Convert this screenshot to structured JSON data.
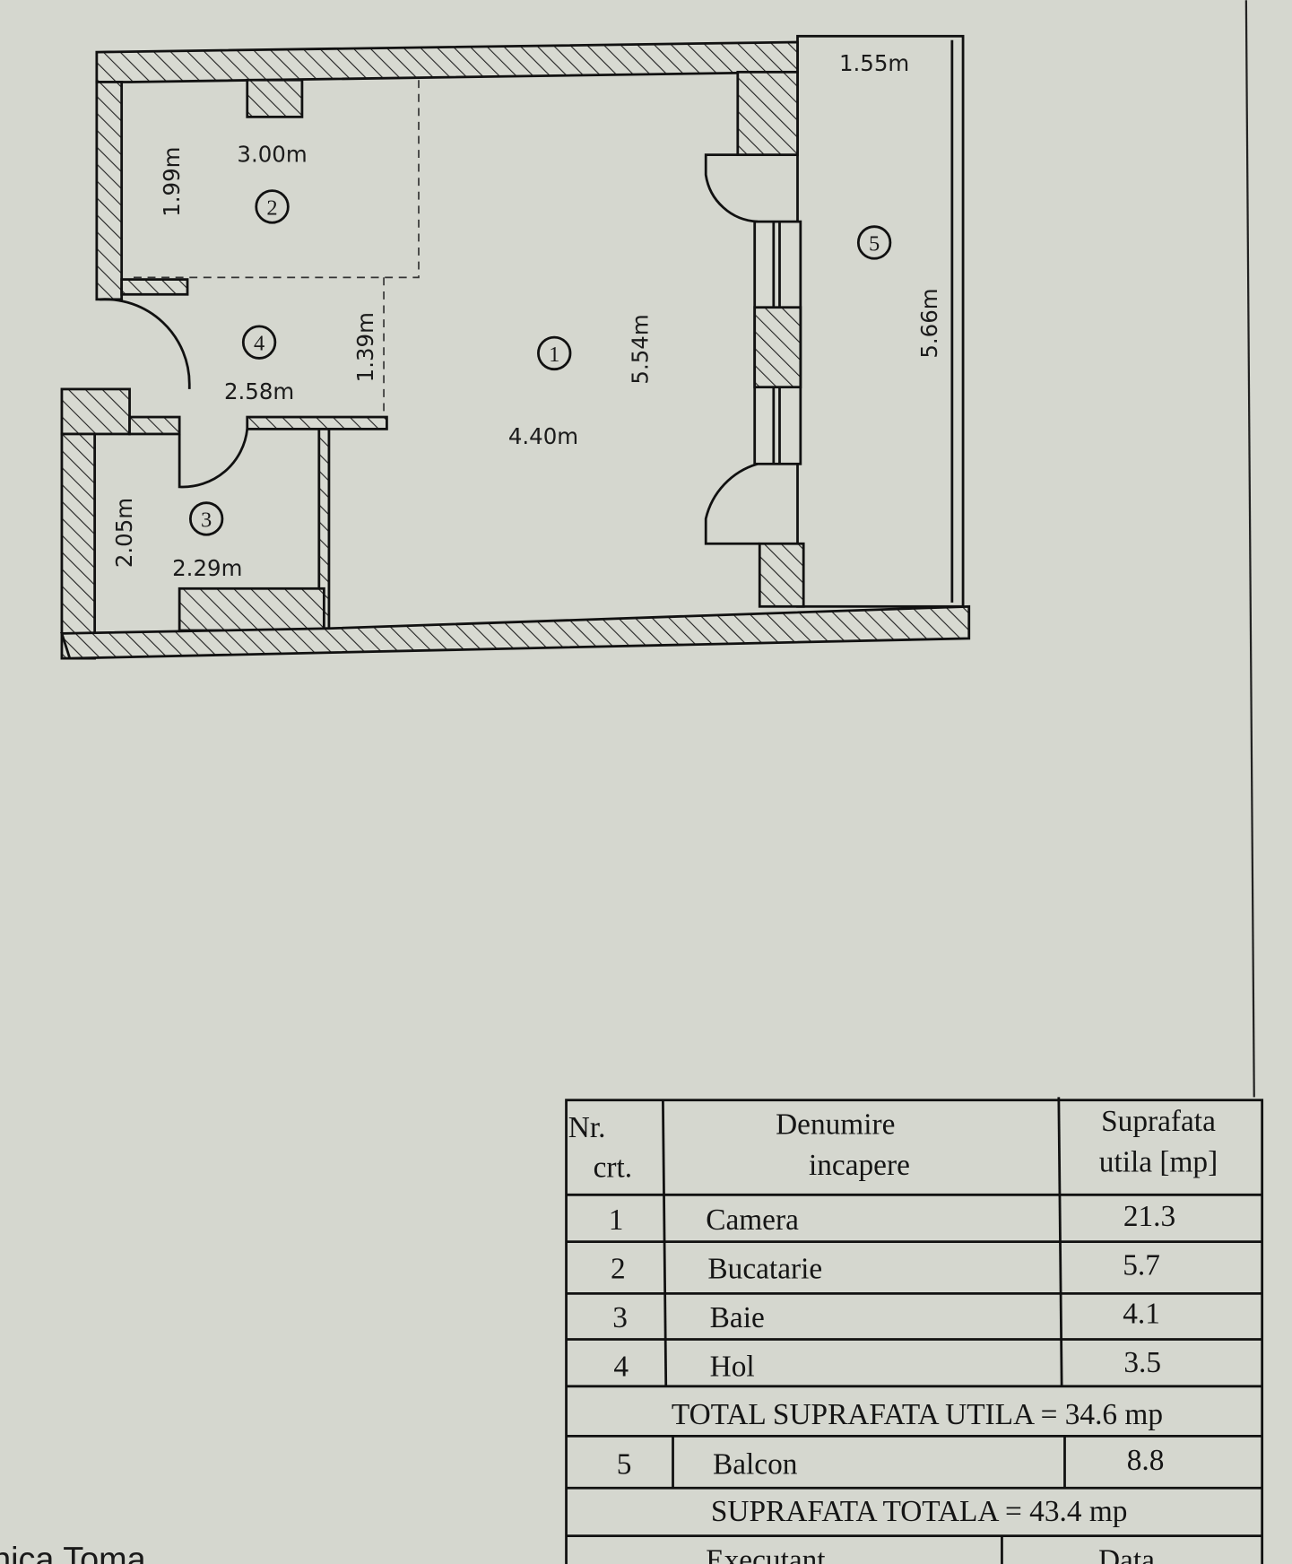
{
  "plan": {
    "rooms": [
      {
        "id": "1",
        "width": "4.40m",
        "length": "5.54m"
      },
      {
        "id": "2",
        "width": "3.00m",
        "length": "1.99m"
      },
      {
        "id": "3",
        "width": "2.29m",
        "length": "2.05m"
      },
      {
        "id": "4",
        "width": "2.58m",
        "length": "1.39m"
      },
      {
        "id": "5",
        "width": "1.55m",
        "length": "5.66m"
      }
    ]
  },
  "table": {
    "headers": {
      "nr": [
        "Nr.",
        "crt."
      ],
      "name": [
        "Denumire",
        "incapere"
      ],
      "area": [
        "Suprafata",
        "utila [mp]"
      ]
    },
    "rows": [
      {
        "nr": "1",
        "name": "Camera",
        "area": "21.3"
      },
      {
        "nr": "2",
        "name": "Bucatarie",
        "area": "5.7"
      },
      {
        "nr": "3",
        "name": "Baie",
        "area": "4.1"
      },
      {
        "nr": "4",
        "name": "Hol",
        "area": "3.5"
      }
    ],
    "total_utila": "TOTAL SUPRAFATA UTILA = 34.6 mp",
    "balcony": {
      "nr": "5",
      "name": "Balcon",
      "area": "8.8"
    },
    "total": "SUPRAFATA TOTALA = 43.4 mp",
    "footer": {
      "executant": "Executant",
      "data": "Data"
    }
  },
  "signature": "nica Toma"
}
